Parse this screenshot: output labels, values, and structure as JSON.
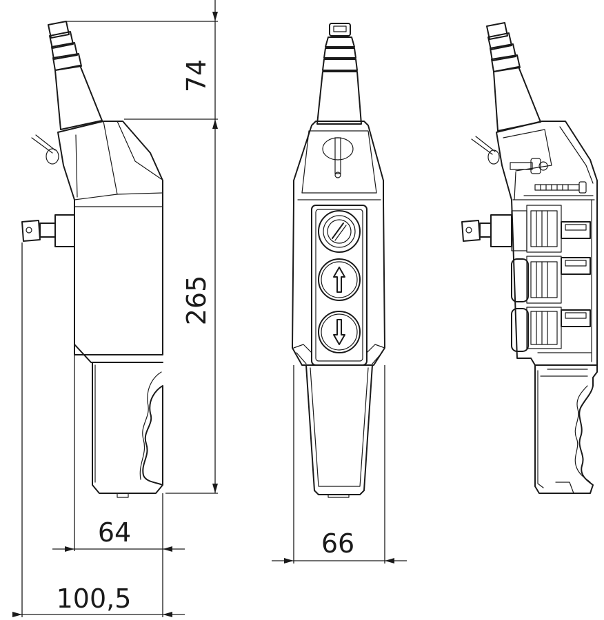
{
  "dimensions": {
    "cable_gland_height": "74",
    "body_height": "265",
    "body_depth": "64",
    "overall_depth": "100,5",
    "body_width": "66"
  },
  "views": {
    "side": "side-view",
    "front": "front-view",
    "section": "section-view"
  },
  "buttons": [
    {
      "icon": "key-switch-icon"
    },
    {
      "icon": "arrow-up-icon"
    },
    {
      "icon": "arrow-down-icon"
    }
  ],
  "colors": {
    "line": "#1a1a1a",
    "background": "#ffffff"
  }
}
